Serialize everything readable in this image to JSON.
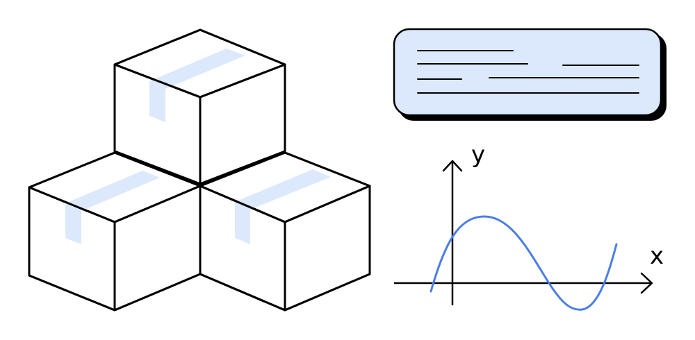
{
  "illustration": {
    "boxes": {
      "count": 3
    },
    "note_card": {
      "line_count": 6,
      "fill_color": "#dce8fb"
    },
    "graph": {
      "x_axis_label": "x",
      "y_axis_label": "y",
      "curve": "sine-wave"
    }
  },
  "stock_id": "1725128294",
  "colors": {
    "outline": "#000000",
    "accent_blue": "#4a7de8",
    "tape": "#dce8fb",
    "card": "#dce8fb"
  }
}
